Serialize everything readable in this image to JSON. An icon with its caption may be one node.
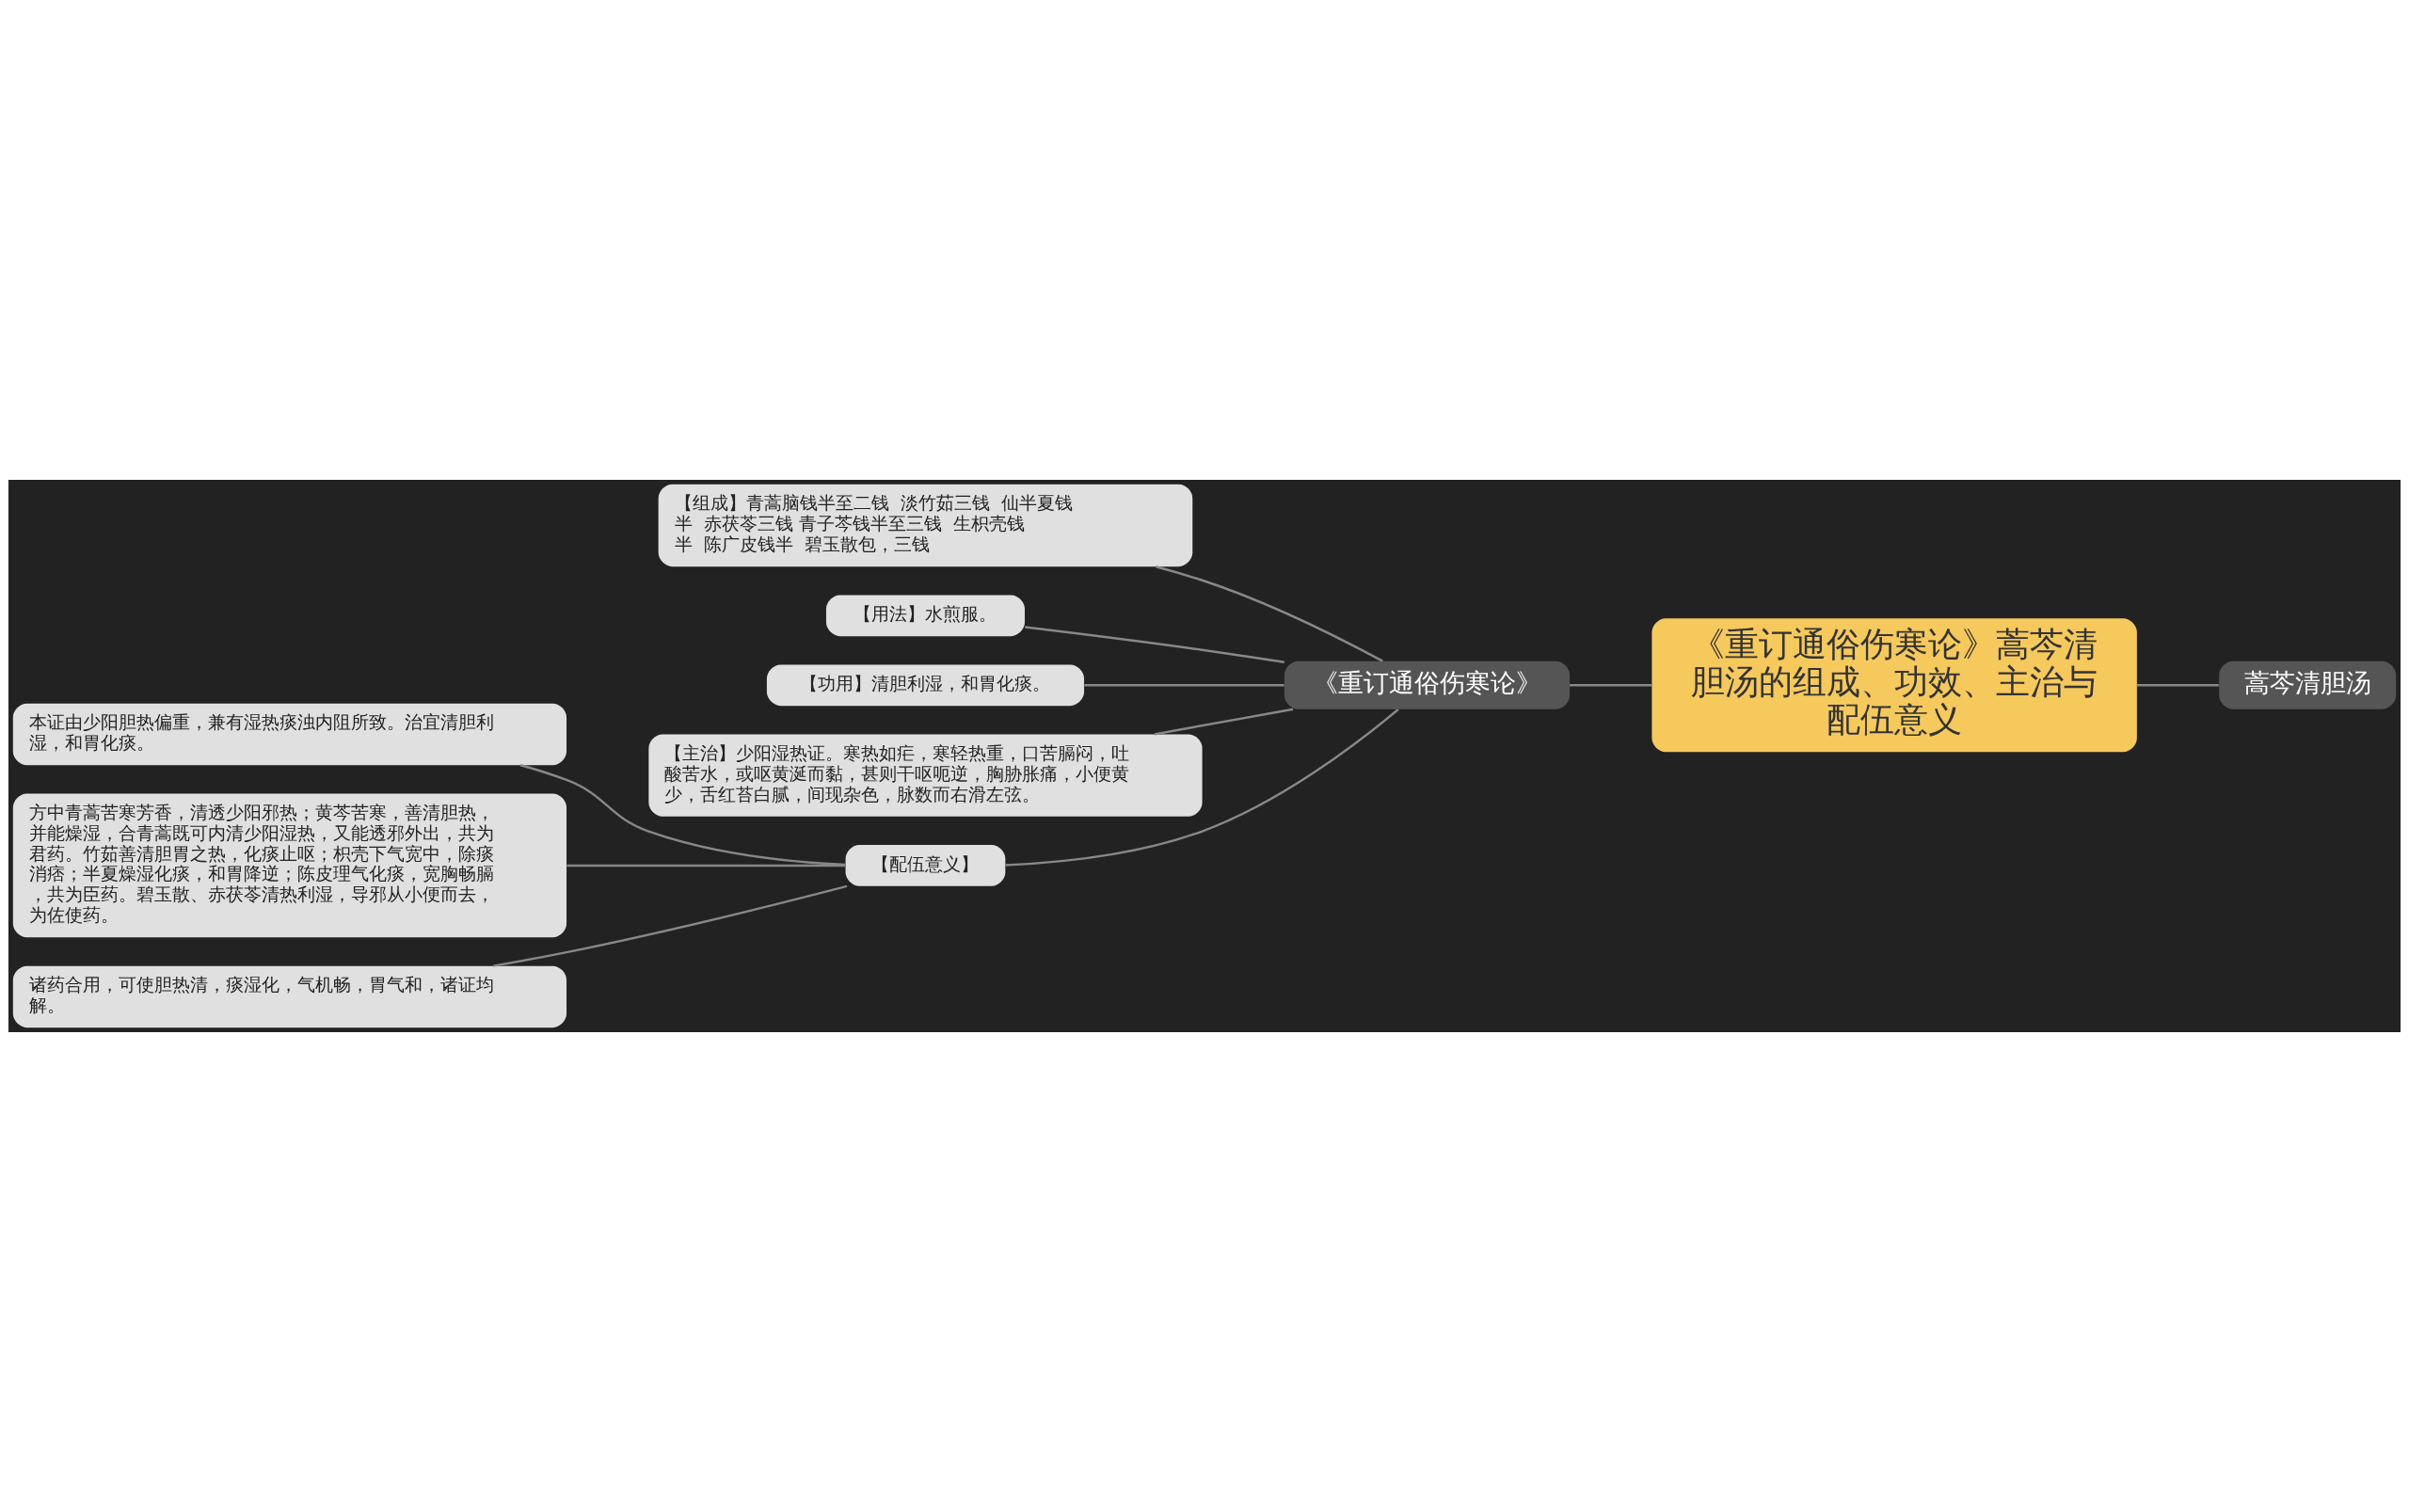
{
  "diagram": {
    "nodes": [
      {
        "text": [
          "《重订通俗伤寒论》蒿芩清胆汤的组成、功效、主治与配伍意义"
        ]
      },
      {
        "text": [
          "蒿芩清胆汤"
        ]
      },
      {
        "text": [
          "《重订通俗伤寒论》"
        ]
      },
      {
        "text": [
          "【组成】青蒿脑钱半至二钱  淡竹茹三钱  仙半夏钱半  赤茯苓三钱 青子芩钱半至三钱  生枳壳钱半  陈广皮钱半  碧玉散包，三钱"
        ]
      },
      {
        "text": [
          "【用法】水煎服。"
        ]
      },
      {
        "text": [
          "【功用】清胆利湿，和胃化痰。"
        ]
      },
      {
        "text": [
          "【主治】少阳湿热证。寒热如疟，寒轻热重，口苦膈闷，吐酸苦水，或呕黄涎而黏，甚则干呕呃逆，胸胁胀痛，小便黄少，舌红苔白腻，间现杂色，脉数而右滑左弦。"
        ]
      },
      {
        "text": [
          "【配伍意义】"
        ]
      },
      {
        "text": [
          "本证由少阳胆热偏重，兼有湿热痰浊内阻所致。治宜清胆利湿，和胃化痰。"
        ]
      },
      {
        "text": [
          "方中青蒿苦寒芳香，清透少阳邪热；黄芩苦寒，善清胆热，并能燥湿，合青蒿既可内清少阳湿热，又能透邪外出，共为君药。竹茹善清胆胃之热，化痰止呕；枳壳下气宽中，除痰消痞；半夏燥湿化痰，和胃降逆；陈皮理气化痰，宽胸畅膈，共为臣药。碧玉散、赤茯苓清热利湿，导邪从小便而去，为佐使药。"
        ]
      },
      {
        "text": [
          "诸药合用，可使胆热清，痰湿化，气机畅，胃气和，诸证均解。"
        ]
      }
    ],
    "edges": [
      {
        "from": 0,
        "to": 1,
        "arrow": "none"
      },
      {
        "from": 0,
        "to": 2,
        "arrow": "none"
      },
      {
        "from": 2,
        "to": 3,
        "arrow": "none"
      },
      {
        "from": 2,
        "to": 4,
        "arrow": "none"
      },
      {
        "from": 2,
        "to": 5,
        "arrow": "none"
      },
      {
        "from": 2,
        "to": 6,
        "arrow": "none"
      },
      {
        "from": 2,
        "to": 7,
        "arrow": "none"
      },
      {
        "from": 7,
        "to": 8,
        "arrow": "none"
      },
      {
        "from": 7,
        "to": 9,
        "arrow": "none"
      },
      {
        "from": 7,
        "to": 10,
        "arrow": "none"
      }
    ]
  }
}
